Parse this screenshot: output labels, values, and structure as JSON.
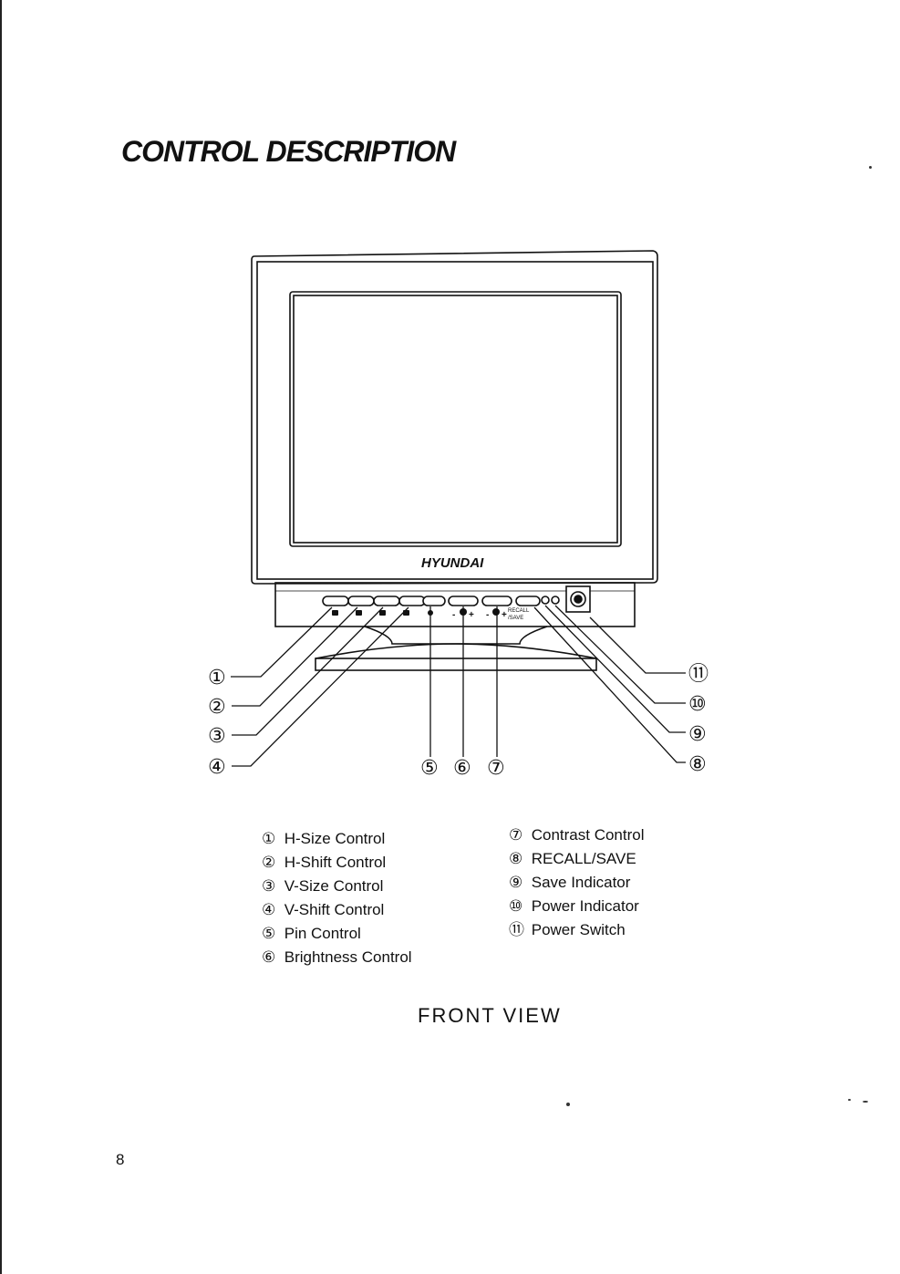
{
  "title": "CONTROL DESCRIPTION",
  "diagram": {
    "brand": "HYUNDAI",
    "panel_labels": {
      "minus_a": "-",
      "plus_a": "+",
      "minus_b": "-",
      "plus_b": "+",
      "recall": "RECALL",
      "save": "/SAVE"
    },
    "callouts": [
      "①",
      "②",
      "③",
      "④",
      "⑤",
      "⑥",
      "⑦",
      "⑧",
      "⑨",
      "⑩",
      "⑪"
    ]
  },
  "legend": {
    "left": [
      {
        "num": "①",
        "label": "H-Size  Control"
      },
      {
        "num": "②",
        "label": "H-Shift  Control"
      },
      {
        "num": "③",
        "label": "V-Size  Control"
      },
      {
        "num": "④",
        "label": "V-Shift  Control"
      },
      {
        "num": "⑤",
        "label": "Pin Control"
      },
      {
        "num": "⑥",
        "label": "Brightness Control"
      }
    ],
    "right": [
      {
        "num": "⑦",
        "label": "Contrast  Control"
      },
      {
        "num": "⑧",
        "label": "RECALL/SAVE"
      },
      {
        "num": "⑨",
        "label": "Save  Indicator"
      },
      {
        "num": "⑩",
        "label": "Power  Indicator"
      },
      {
        "num": "⑪",
        "label": "Power  Switch"
      }
    ]
  },
  "caption": "FRONT  VIEW",
  "page_number": "8"
}
